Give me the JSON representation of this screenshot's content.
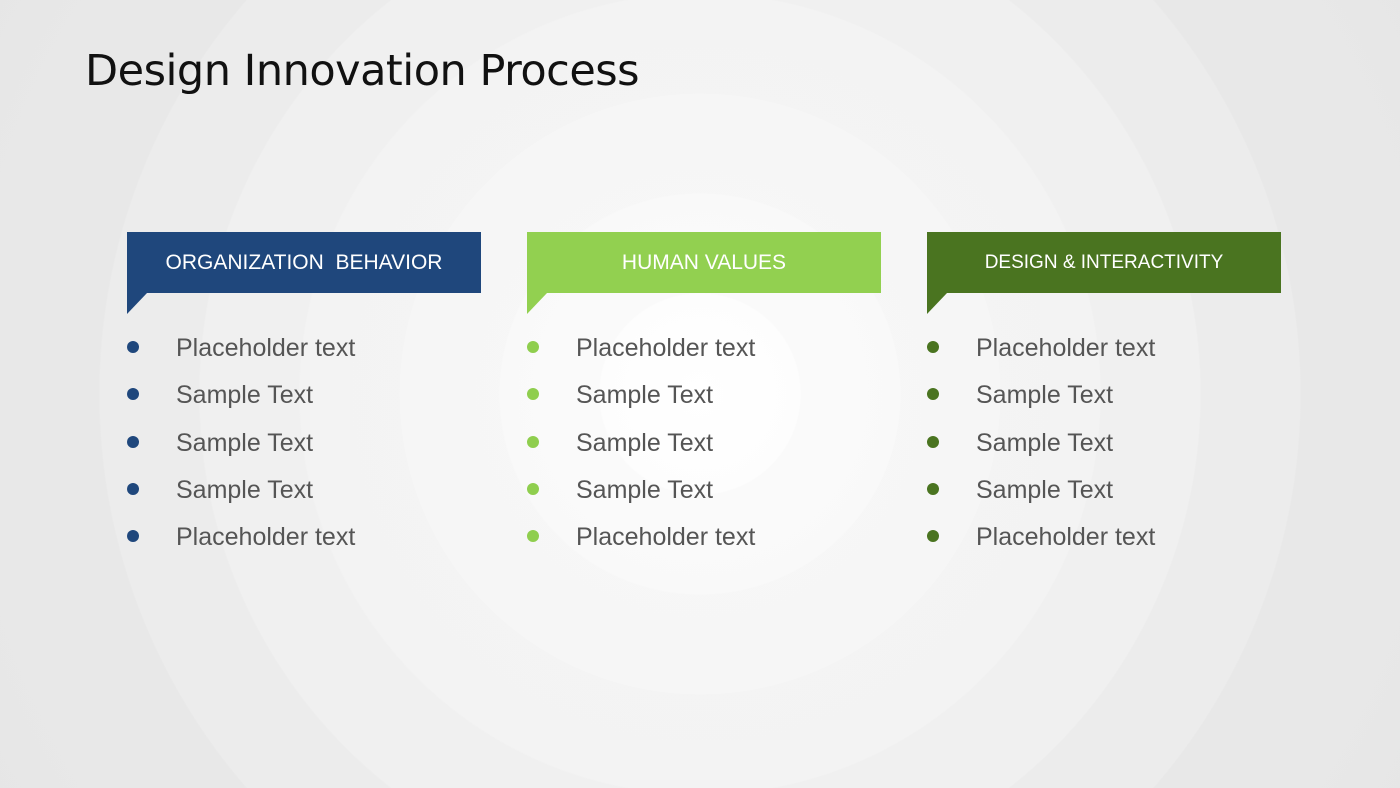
{
  "slide": {
    "title": "Design Innovation Process"
  },
  "colors": {
    "organization_behavior": "#1f477c",
    "human_values": "#92d050",
    "design_interactivity": "#4a7420",
    "body_text": "#555555",
    "title_text": "#111111"
  },
  "columns": [
    {
      "header": "ORGANIZATION  BEHAVIOR",
      "items": [
        "Placeholder text",
        "Sample Text",
        "Sample Text",
        "Sample Text",
        "Placeholder text"
      ]
    },
    {
      "header": "HUMAN VALUES",
      "items": [
        "Placeholder text",
        "Sample Text",
        "Sample Text",
        "Sample Text",
        "Placeholder text"
      ]
    },
    {
      "header": "DESIGN & INTERACTIVITY",
      "items": [
        "Placeholder text",
        "Sample Text",
        "Sample Text",
        "Sample Text",
        "Placeholder text"
      ]
    }
  ]
}
